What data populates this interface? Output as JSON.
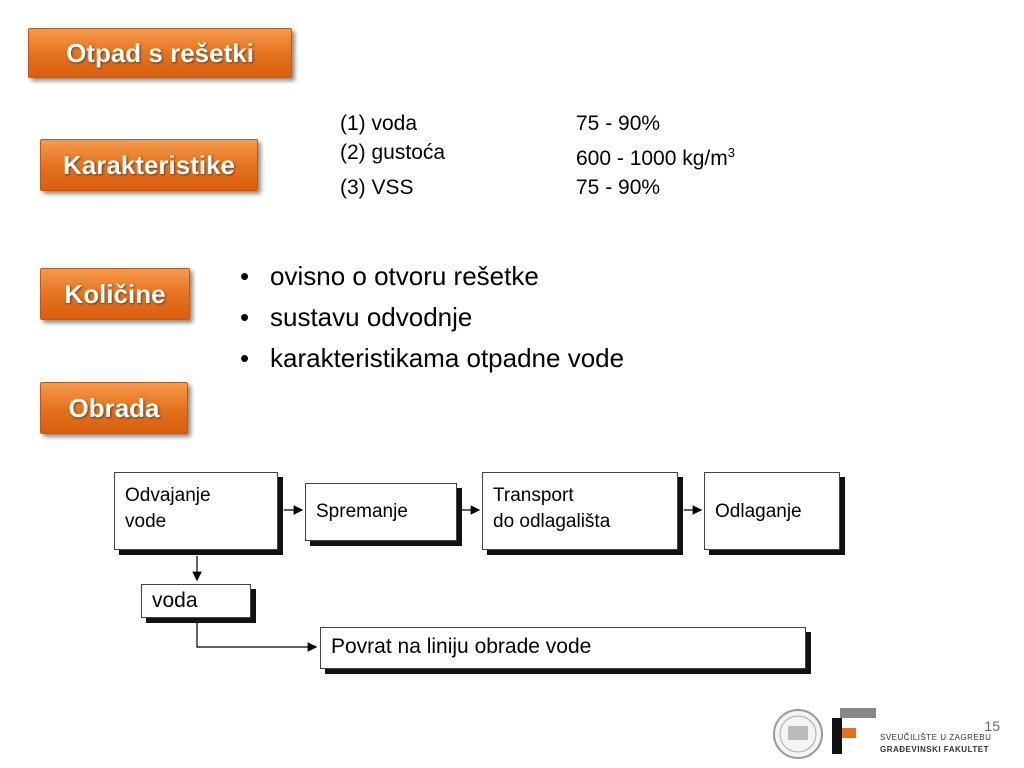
{
  "title": "Otpad s rešetki",
  "sections": {
    "karakteristike": "Karakteristike",
    "kolicine": "Količine",
    "obrada": "Obrada"
  },
  "characteristics": [
    {
      "name": "(1) voda",
      "value": "75 - 90%"
    },
    {
      "name": "(2) gustoća",
      "value": "600 - 1000 kg/m",
      "sup": "3"
    },
    {
      "name": "(3) VSS",
      "value": "75 - 90%"
    }
  ],
  "bullets": [
    "ovisno o otvoru rešetke",
    "sustavu odvodnje",
    "karakteristikama otpadne vode"
  ],
  "flow": {
    "odvajanje": [
      "Odvajanje",
      "vode"
    ],
    "spremanje": "Spremanje",
    "transport": [
      "Transport",
      "do odlagališta"
    ],
    "odlaganje": "Odlaganje",
    "voda": "voda",
    "povrat": "Povrat na liniju obrade vode"
  },
  "footer": {
    "logo_line1": "SVEUČILIŠTE U ZAGREBU",
    "logo_line2": "GRAĐEVINSKI FAKULTET",
    "page_number": "15"
  }
}
